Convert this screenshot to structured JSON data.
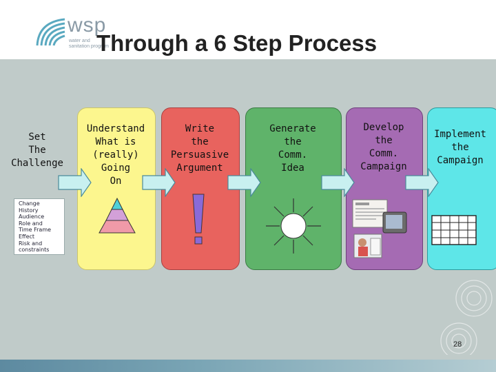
{
  "logo": {
    "name": "wsp",
    "subtitle_line1": "water and",
    "subtitle_line2": "sanitation program"
  },
  "title": "Through a 6 Step Process",
  "steps": [
    {
      "label_lines": [
        "Set",
        "The",
        "Challenge"
      ],
      "color": "#c0cbc9"
    },
    {
      "label_lines": [
        "Understand",
        "What is",
        "(really)",
        "Going",
        "On"
      ],
      "color": "#fcf68e"
    },
    {
      "label_lines": [
        "Write",
        "the",
        "Persuasive",
        "Argument"
      ],
      "color": "#e8635e"
    },
    {
      "label_lines": [
        "Generate",
        "the",
        "Comm.",
        "Idea"
      ],
      "color": "#5fb36a"
    },
    {
      "label_lines": [
        "Develop",
        "the",
        "Comm.",
        "Campaign"
      ],
      "color": "#a56bb3"
    },
    {
      "label_lines": [
        "Implement",
        "the",
        "Campaign"
      ],
      "color": "#5ee6e8"
    }
  ],
  "challenge_list": [
    "Change",
    "History",
    "Audience",
    "Role and",
    "Time Frame",
    "Effect",
    "Risk and",
    "constraints"
  ],
  "page_number": "28",
  "colors": {
    "arrow_fill": "#c8f0f0",
    "arrow_stroke": "#4a8a9a",
    "stripe": "#5d8aa0"
  }
}
